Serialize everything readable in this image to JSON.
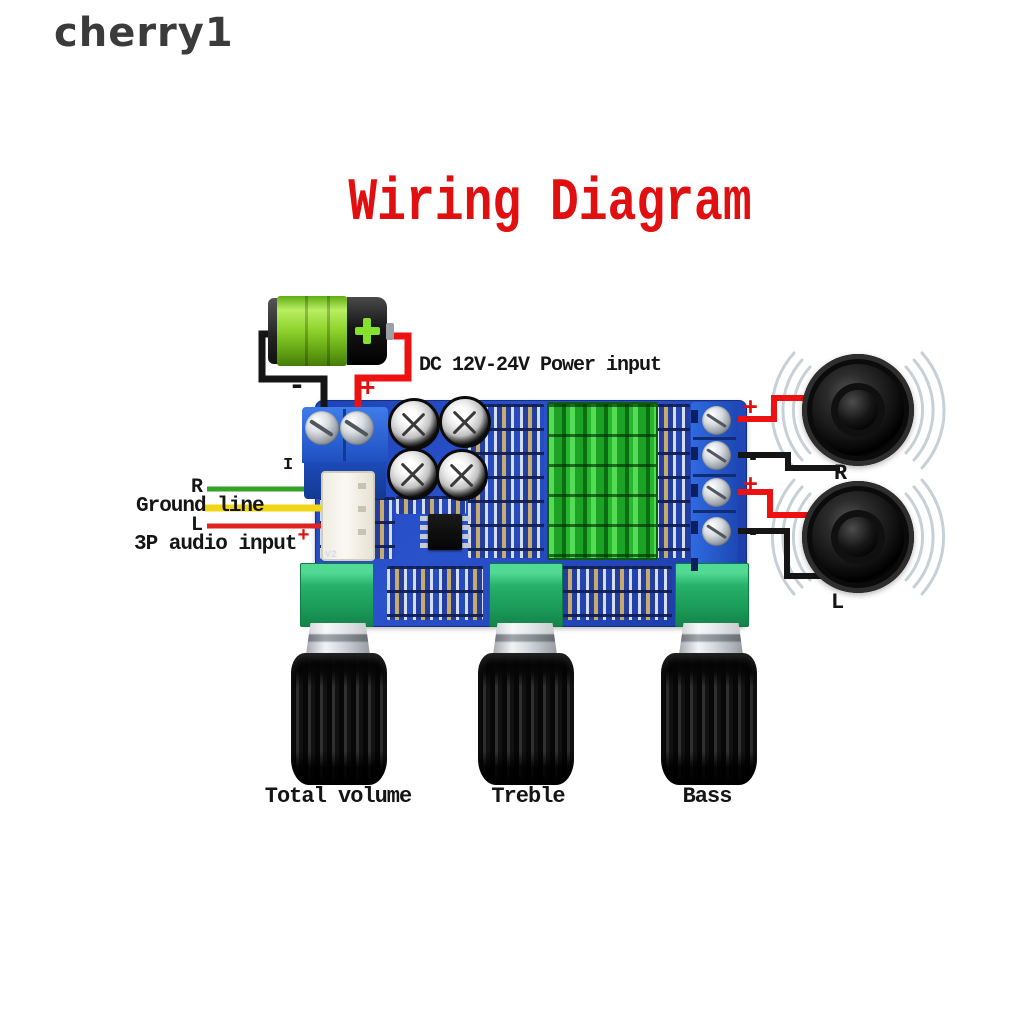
{
  "watermark": "cherry1",
  "title": "Wiring Diagram",
  "power": {
    "battery_minus": "-",
    "battery_plus": "+",
    "label": "DC 12V-24V Power input"
  },
  "audio_input": {
    "pin_marker": "I",
    "right_channel": "R",
    "ground": "Ground line",
    "left_channel": "L",
    "connector": "3P audio input",
    "connector_plus": "+"
  },
  "board": {
    "silkscreen": "V2"
  },
  "speaker_outputs": {
    "right": {
      "plus": "+",
      "minus": "-",
      "label": "R"
    },
    "left": {
      "plus": "+",
      "minus": "-",
      "label": "L"
    }
  },
  "knobs": [
    {
      "label": "Total volume"
    },
    {
      "label": "Treble"
    },
    {
      "label": "Bass"
    }
  ],
  "colors": {
    "title_red": "#e11010",
    "wire_red": "#ee1111",
    "wire_black": "#151515",
    "wire_green": "#33a226",
    "wire_yellow": "#f0d616",
    "board_blue": "#1e44b8",
    "terminal_blue": "#2a62d6",
    "heatsink_green": "#1ca224",
    "pot_green": "#27b26a",
    "battery_green": "#8fd42e"
  }
}
